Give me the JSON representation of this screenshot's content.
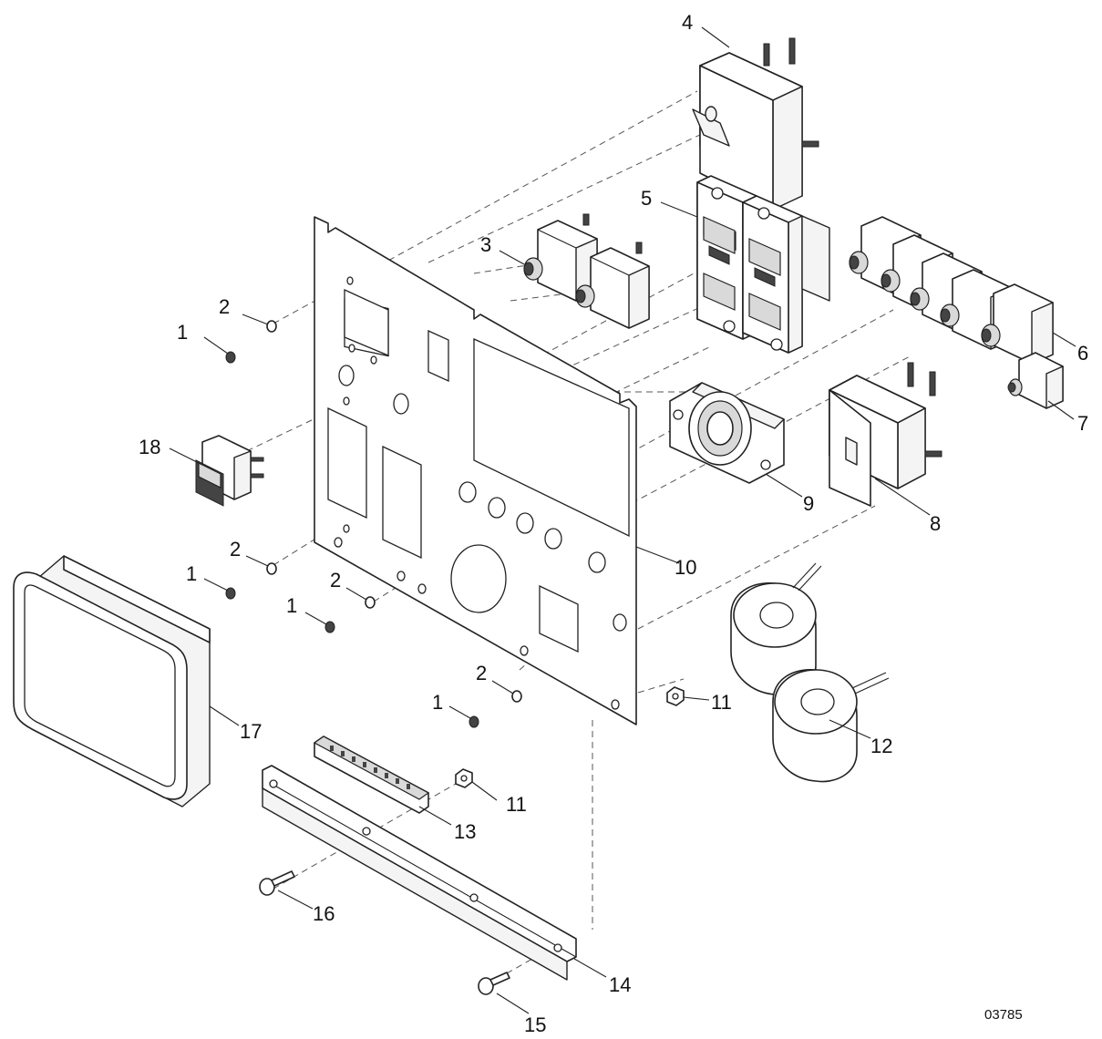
{
  "diagram": {
    "drawing_number": "03785",
    "callouts": [
      {
        "id": "c1a",
        "label": "1"
      },
      {
        "id": "c1b",
        "label": "1"
      },
      {
        "id": "c1c",
        "label": "1"
      },
      {
        "id": "c1d",
        "label": "1"
      },
      {
        "id": "c2a",
        "label": "2"
      },
      {
        "id": "c2b",
        "label": "2"
      },
      {
        "id": "c2c",
        "label": "2"
      },
      {
        "id": "c2d",
        "label": "2"
      },
      {
        "id": "c3",
        "label": "3"
      },
      {
        "id": "c4",
        "label": "4"
      },
      {
        "id": "c5",
        "label": "5"
      },
      {
        "id": "c6",
        "label": "6"
      },
      {
        "id": "c7",
        "label": "7"
      },
      {
        "id": "c8",
        "label": "8"
      },
      {
        "id": "c9",
        "label": "9"
      },
      {
        "id": "c10",
        "label": "10"
      },
      {
        "id": "c11a",
        "label": "11"
      },
      {
        "id": "c11b",
        "label": "11"
      },
      {
        "id": "c12",
        "label": "12"
      },
      {
        "id": "c13",
        "label": "13"
      },
      {
        "id": "c14",
        "label": "14"
      },
      {
        "id": "c15",
        "label": "15"
      },
      {
        "id": "c16",
        "label": "16"
      },
      {
        "id": "c17",
        "label": "17"
      },
      {
        "id": "c18",
        "label": "18"
      }
    ]
  }
}
